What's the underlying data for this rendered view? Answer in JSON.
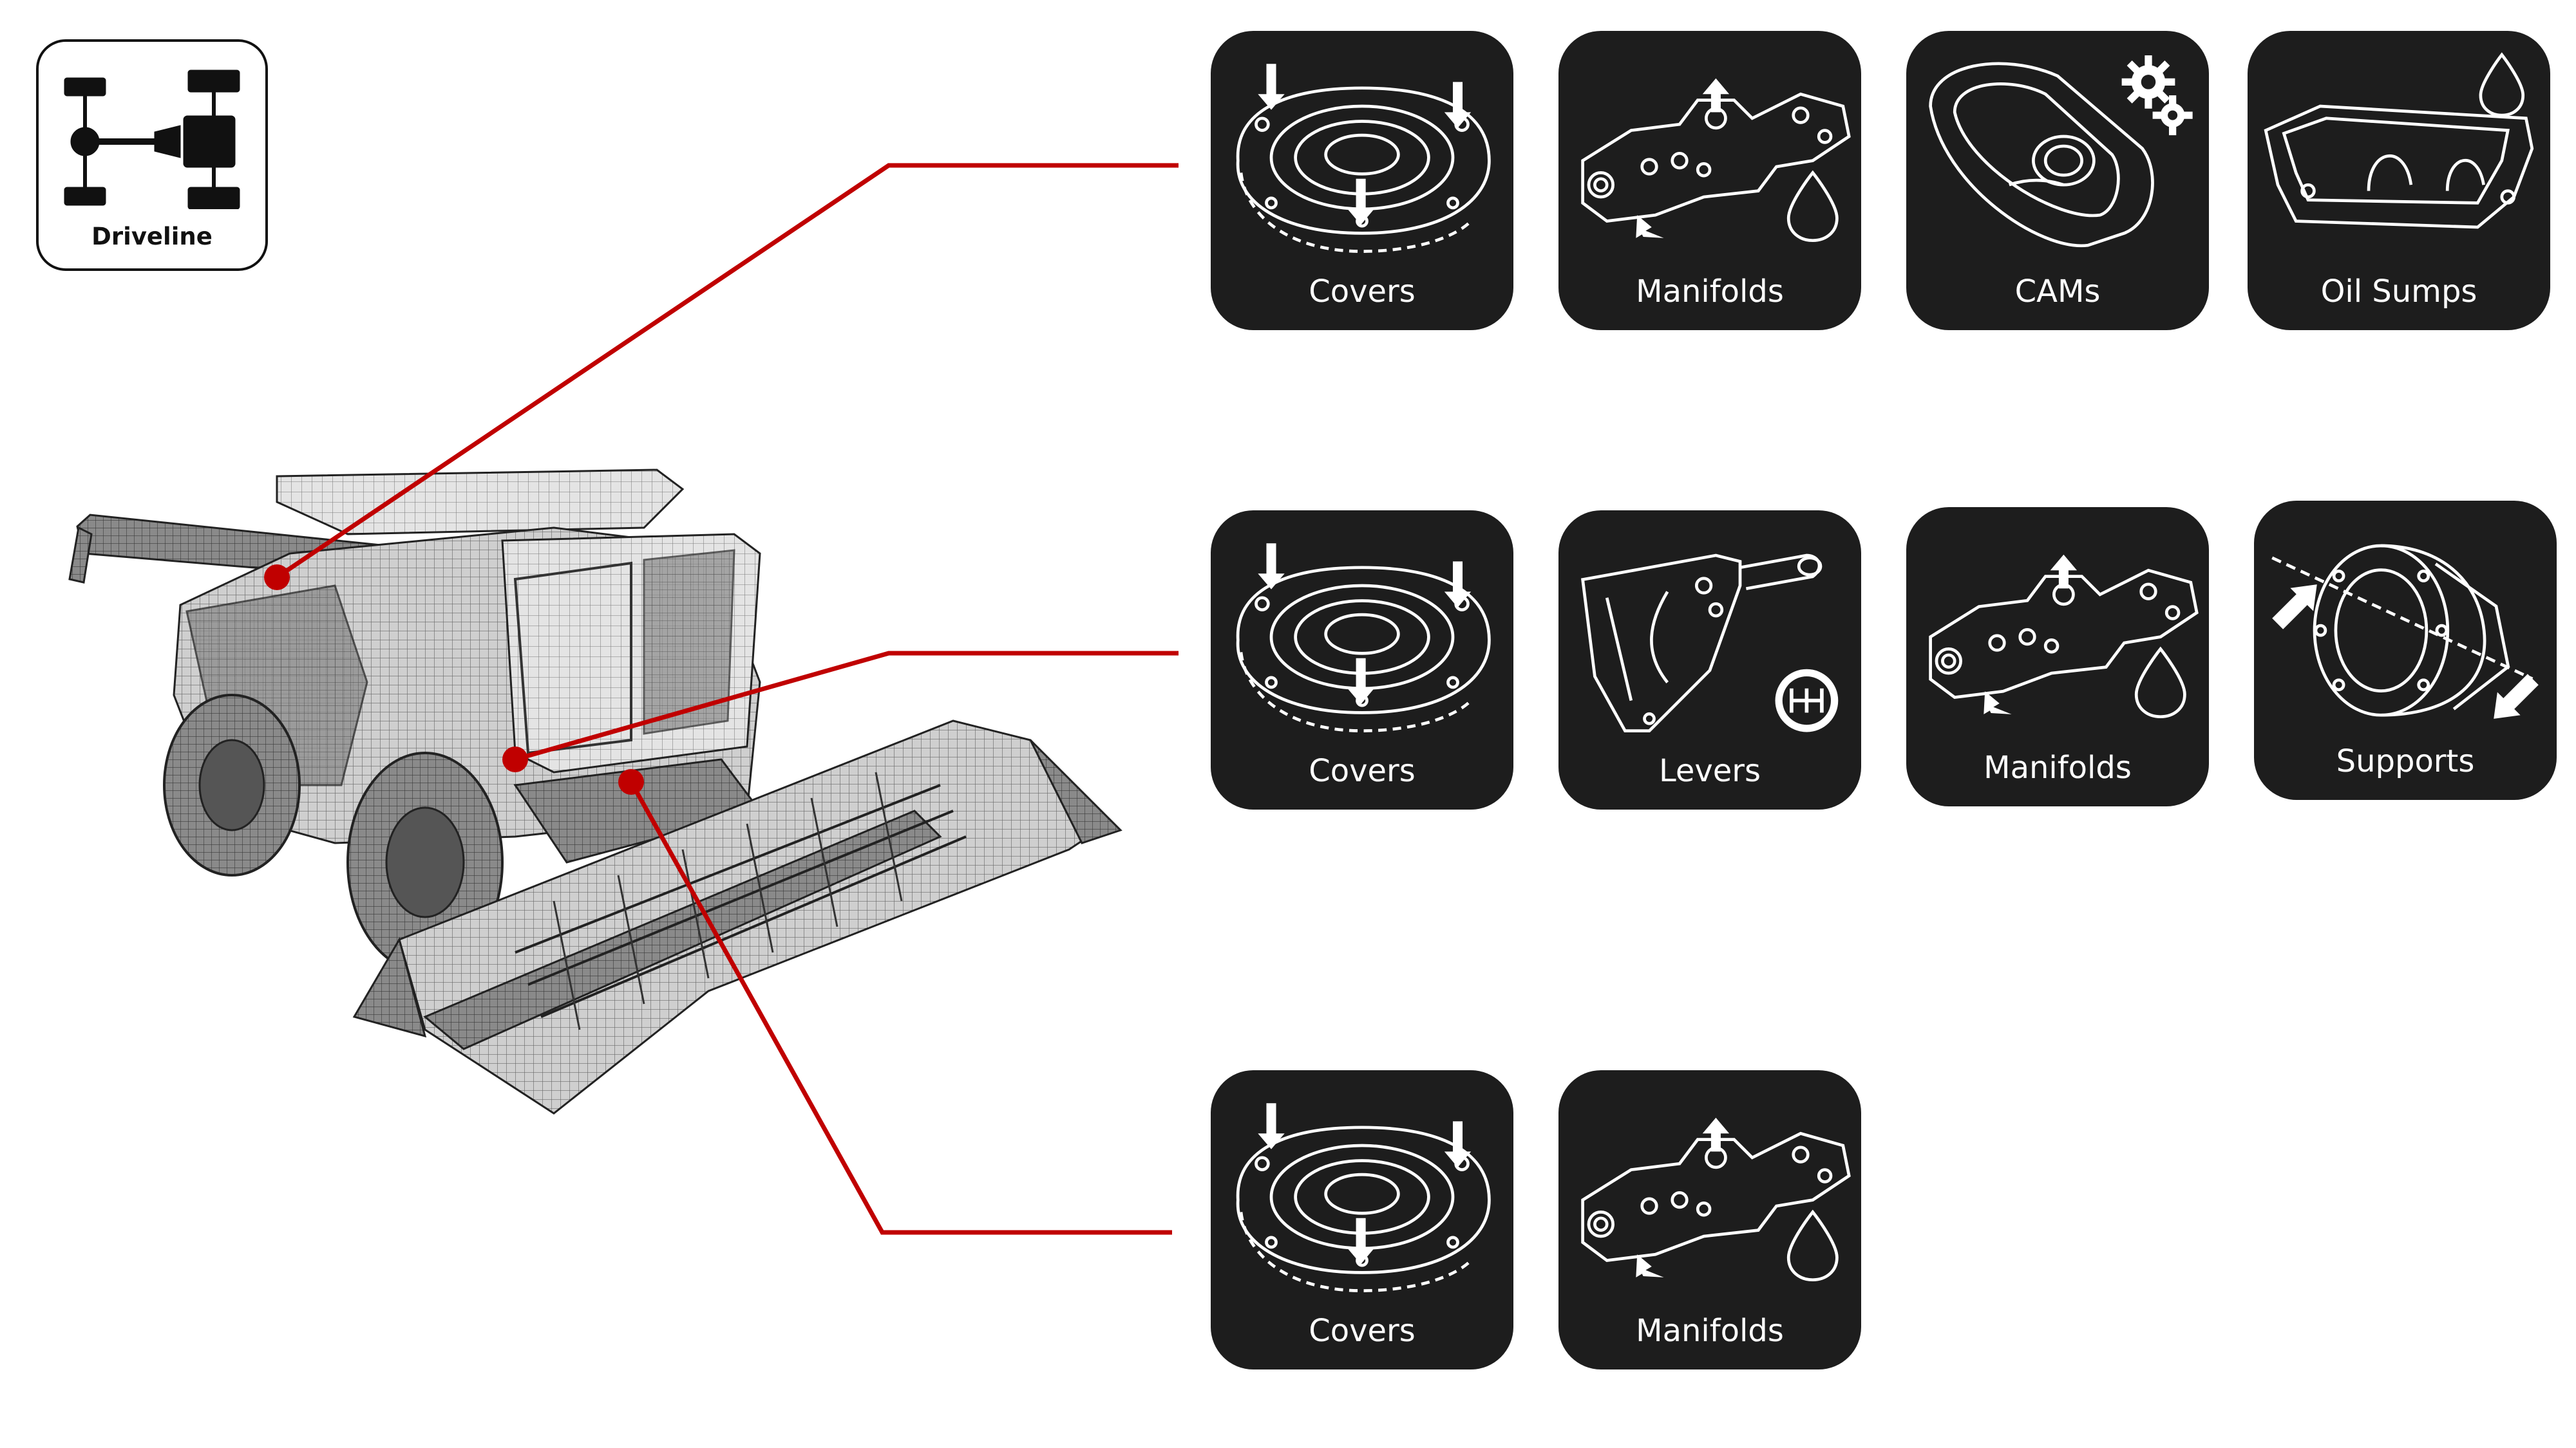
{
  "legend": {
    "label": "Driveline",
    "icon": "driveline-icon"
  },
  "groups": [
    {
      "name": "top",
      "tiles": [
        {
          "label": "Covers",
          "icon": "cover-icon"
        },
        {
          "label": "Manifolds",
          "icon": "manifold-icon"
        },
        {
          "label": "CAMs",
          "icon": "cam-icon"
        },
        {
          "label": "Oil Sumps",
          "icon": "oil-sump-icon"
        }
      ]
    },
    {
      "name": "middle",
      "tiles": [
        {
          "label": "Covers",
          "icon": "cover-icon"
        },
        {
          "label": "Levers",
          "icon": "lever-icon"
        },
        {
          "label": "Manifolds",
          "icon": "manifold-icon"
        },
        {
          "label": "Supports",
          "icon": "support-icon"
        }
      ]
    },
    {
      "name": "bottom",
      "tiles": [
        {
          "label": "Covers",
          "icon": "cover-icon"
        },
        {
          "label": "Manifolds",
          "icon": "manifold-icon"
        }
      ]
    }
  ],
  "colors": {
    "callout": "#c00000",
    "tile_bg": "#1d1d1d",
    "tile_text": "#ffffff"
  }
}
